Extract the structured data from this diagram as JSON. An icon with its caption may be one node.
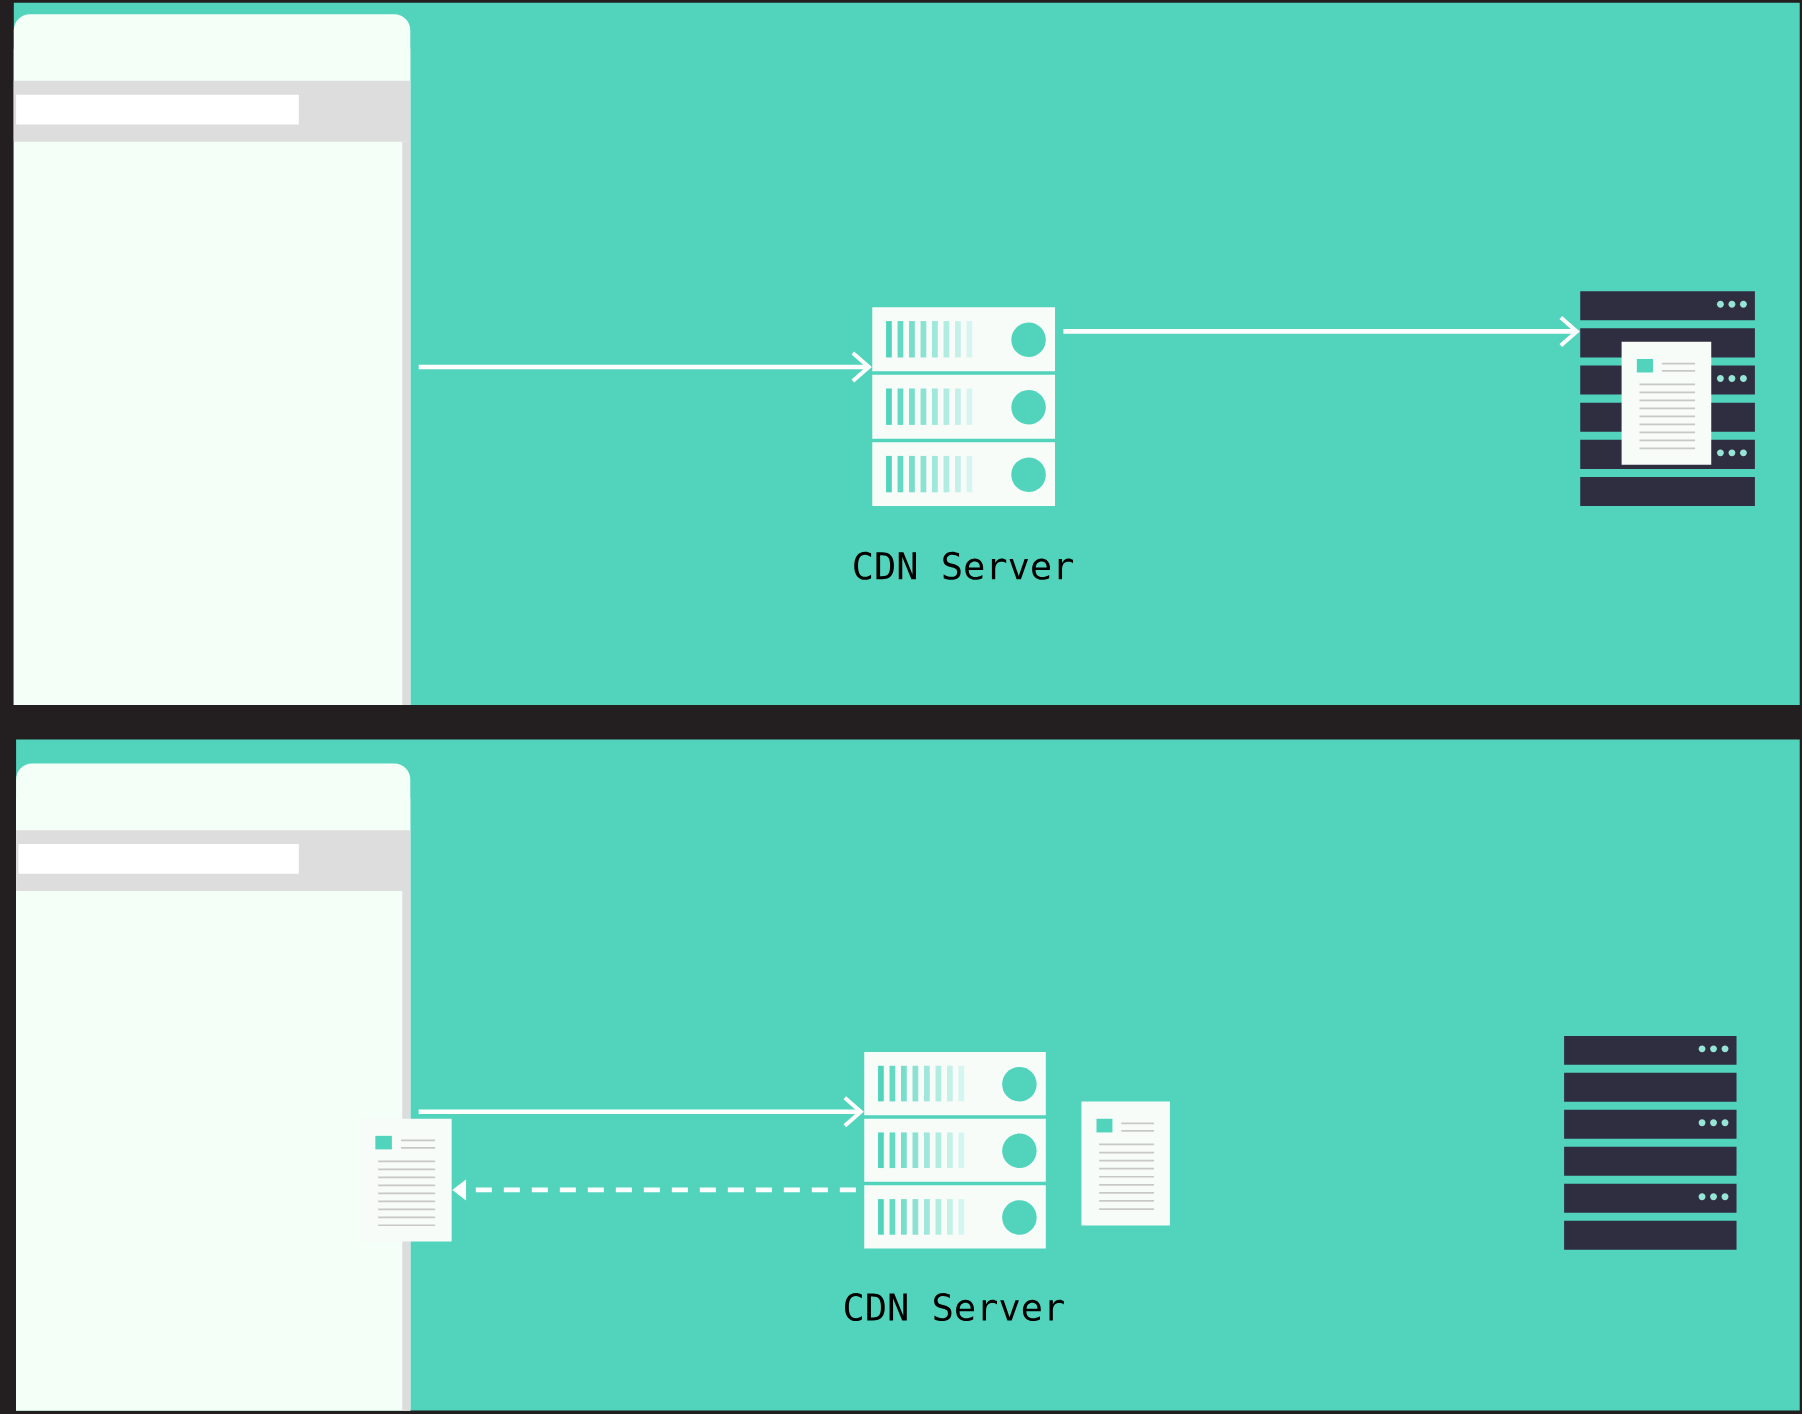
{
  "diagram": {
    "nodes": [
      {
        "text": [],
        "shape": "window"
      },
      {
        "text": [],
        "shape": "server",
        "beside": [
          "CDN Server"
        ]
      },
      {
        "text": [],
        "shape": "server"
      },
      {
        "text": [],
        "shape": "window"
      },
      {
        "text": [],
        "shape": "document"
      },
      {
        "text": [],
        "shape": "server",
        "beside": [
          "CDN Server"
        ]
      },
      {
        "text": [],
        "shape": "document"
      },
      {
        "text": [],
        "shape": "server"
      }
    ],
    "edges": [
      {
        "from": 0,
        "to": 1,
        "arrow": "to"
      },
      {
        "from": 1,
        "to": 2,
        "arrow": "to"
      },
      {
        "from": 3,
        "to": 5,
        "arrow": "to"
      },
      {
        "from": 5,
        "to": 4,
        "arrow": "to",
        "style": "dashed"
      }
    ]
  }
}
